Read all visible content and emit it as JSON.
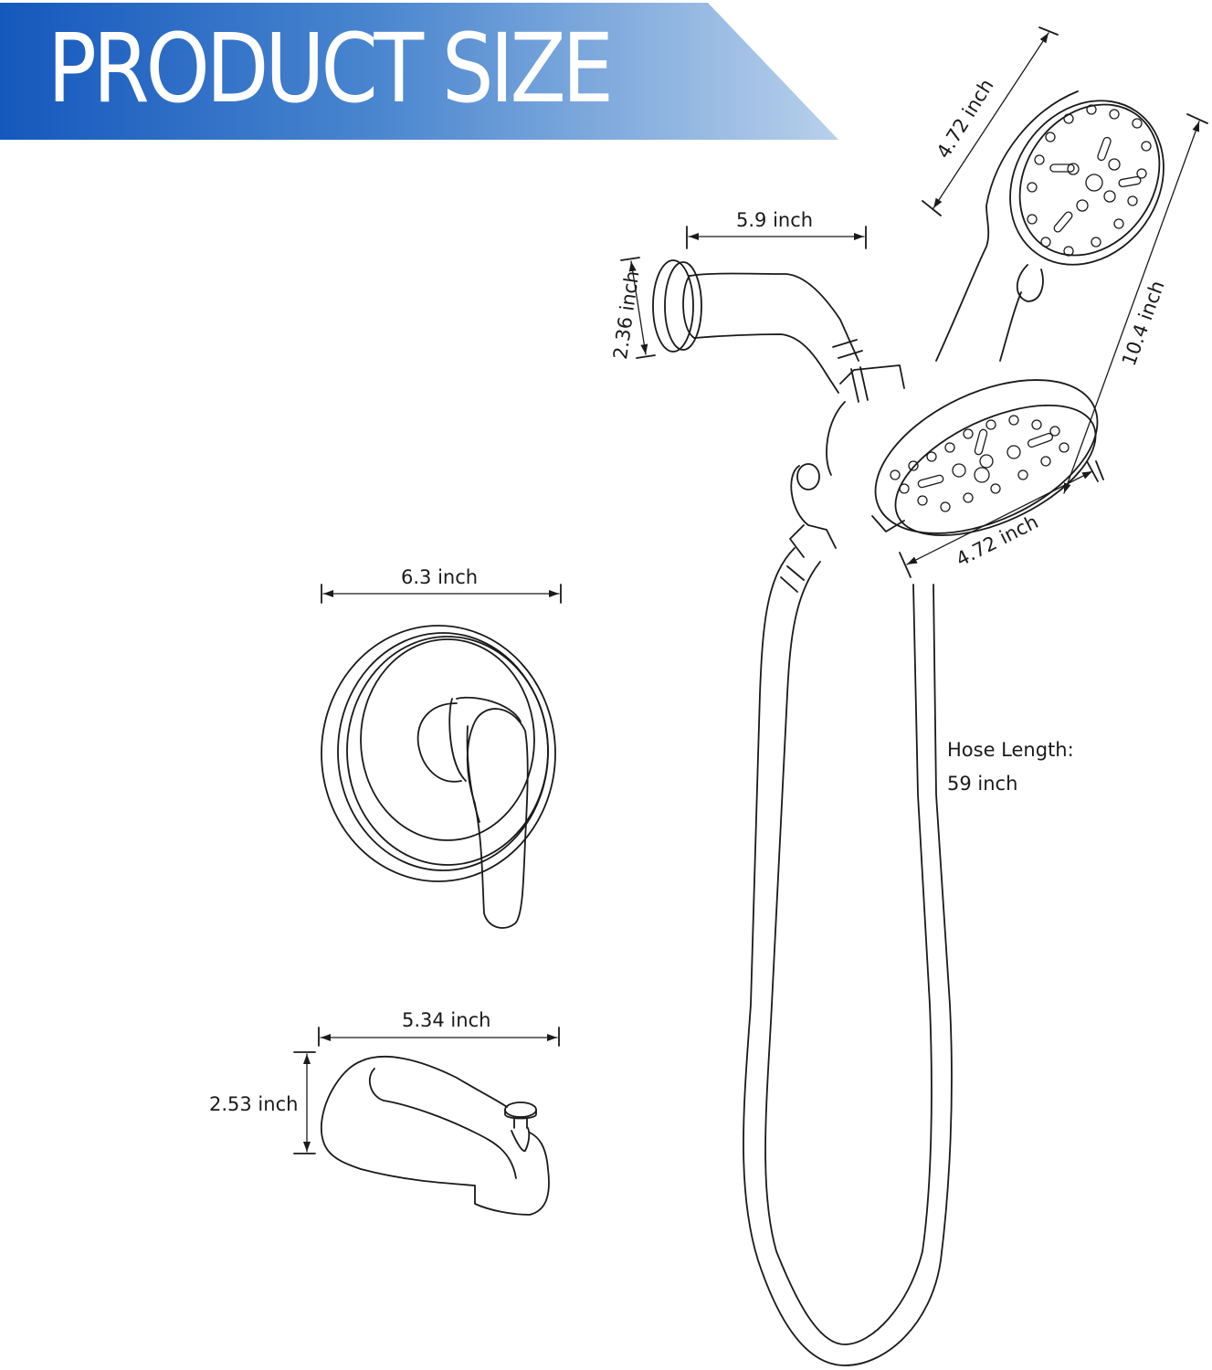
{
  "banner": {
    "title": "PRODUCT SIZE",
    "gradient_start": "#1a5fc0",
    "gradient_end": "#b6cfea"
  },
  "components": {
    "shower_arm": {
      "length_label": "5.9 inch",
      "flange_height_label": "2.36 inch"
    },
    "handheld_shower": {
      "diameter_label": "4.72 inch",
      "total_length_label": "10.4 inch"
    },
    "fixed_shower_head": {
      "diameter_label": "4.72 inch"
    },
    "hose": {
      "label_line1": "Hose Length:",
      "label_line2": "59  inch"
    },
    "valve_trim": {
      "diameter_label": "6.3 inch"
    },
    "tub_spout": {
      "length_label": "5.34 inch",
      "height_label": "2.53 inch"
    }
  },
  "colors": {
    "line": "#1a1a1a",
    "background": "#ffffff"
  }
}
